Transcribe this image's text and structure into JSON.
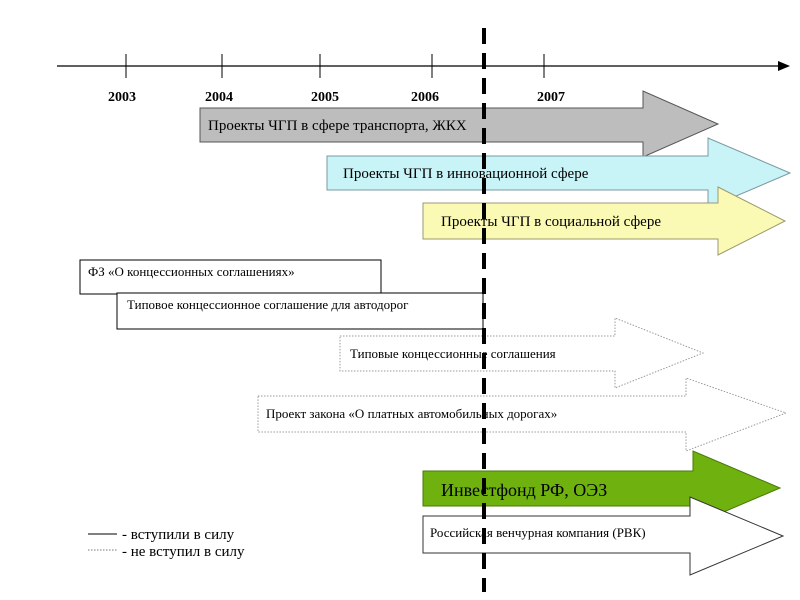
{
  "timeline": {
    "years": [
      "2003",
      "2004",
      "2005",
      "2006",
      "2007"
    ]
  },
  "arrows": [
    {
      "label": "Проекты ЧГП в сфере транспорта, ЖКХ",
      "fill": "#bdbdbd",
      "stroke": "#555555",
      "style": "solid"
    },
    {
      "label": "Проекты ЧГП в инновационной сфере",
      "fill": "#c8f3f7",
      "stroke": "#7a9aa0",
      "style": "solid"
    },
    {
      "label": "Проекты ЧГП в социальной сфере",
      "fill": "#fbfab4",
      "stroke": "#9a9a70",
      "style": "solid"
    },
    {
      "label": "Типовые концессионные соглашения",
      "fill": "#ffffff",
      "stroke": "#9a9a9a",
      "style": "dotted"
    },
    {
      "label": "Проект закона «О платных автомобильных дорогах»",
      "fill": "#ffffff",
      "stroke": "#9a9a9a",
      "style": "dotted"
    },
    {
      "label": "Инвестфонд РФ, ОЭЗ",
      "fill": "#6fb10f",
      "stroke": "#4a7a0a",
      "style": "solid"
    },
    {
      "label": "Российская венчурная компания (РВК)",
      "fill": "#ffffff",
      "stroke": "#333333",
      "style": "solid"
    }
  ],
  "boxes": [
    {
      "label": "ФЗ «О концессионных соглашениях»"
    },
    {
      "label": "Типовое концессионное соглашение для автодорог"
    }
  ],
  "legend": {
    "solid": "- вступили в силу",
    "dotted": "- не вступил в силу"
  }
}
